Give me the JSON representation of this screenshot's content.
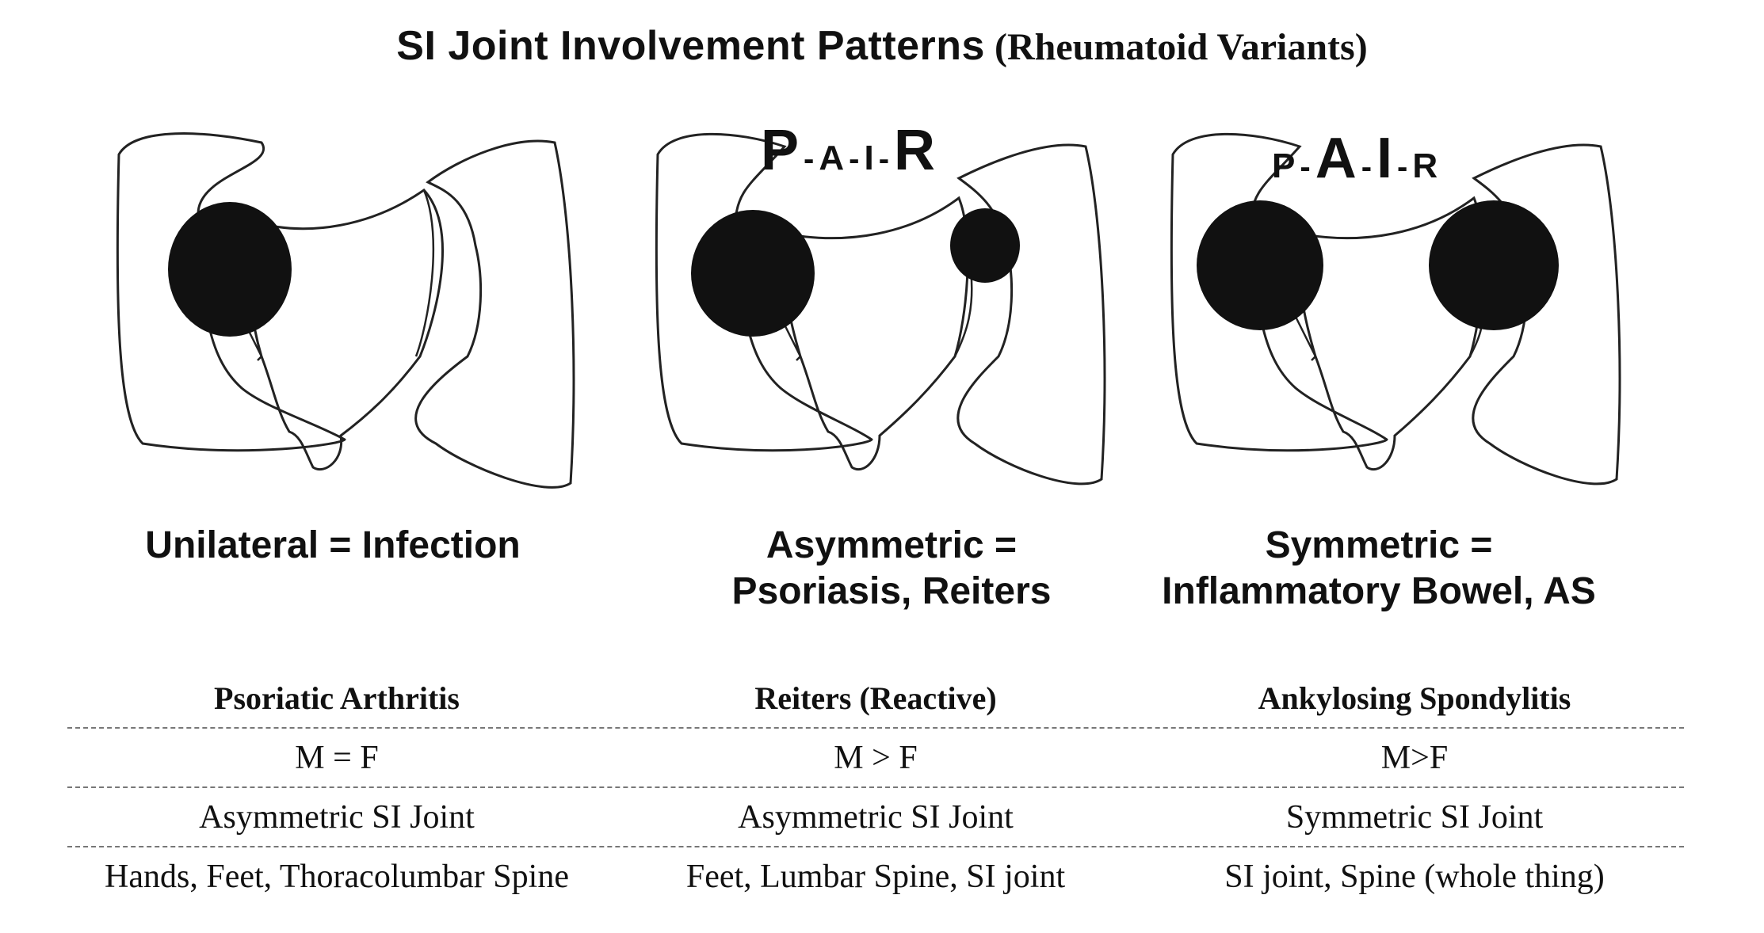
{
  "title": {
    "main": "SI Joint Involvement Patterns",
    "sub": "(Rheumatoid Variants)"
  },
  "panels": [
    {
      "caption_line1": "Unilateral = Infection",
      "caption_line2": ""
    },
    {
      "caption_line1": "Asymmetric =",
      "caption_line2": "Psoriasis, Reiters",
      "mnemonic": {
        "l1": "P",
        "l2": "A",
        "l3": "I",
        "l4": "R",
        "emphasis": [
          "P",
          "R"
        ]
      }
    },
    {
      "caption_line1": "Symmetric =",
      "caption_line2": "Inflammatory Bowel, AS",
      "mnemonic": {
        "l1": "P",
        "l2": "A",
        "l3": "I",
        "l4": "R",
        "emphasis": [
          "A",
          "I"
        ]
      }
    }
  ],
  "mnemonic_separator": "-",
  "table": {
    "headers": [
      "Psoriatic Arthritis",
      "Reiters (Reactive)",
      "Ankylosing Spondylitis"
    ],
    "rows": [
      [
        "M = F",
        "M > F",
        "M>F"
      ],
      [
        "Asymmetric SI Joint",
        "Asymmetric SI Joint",
        "Symmetric SI Joint"
      ],
      [
        "Hands, Feet, Thoracolumbar Spine",
        "Feet, Lumbar Spine, SI joint",
        "SI joint, Spine (whole thing)"
      ]
    ]
  }
}
